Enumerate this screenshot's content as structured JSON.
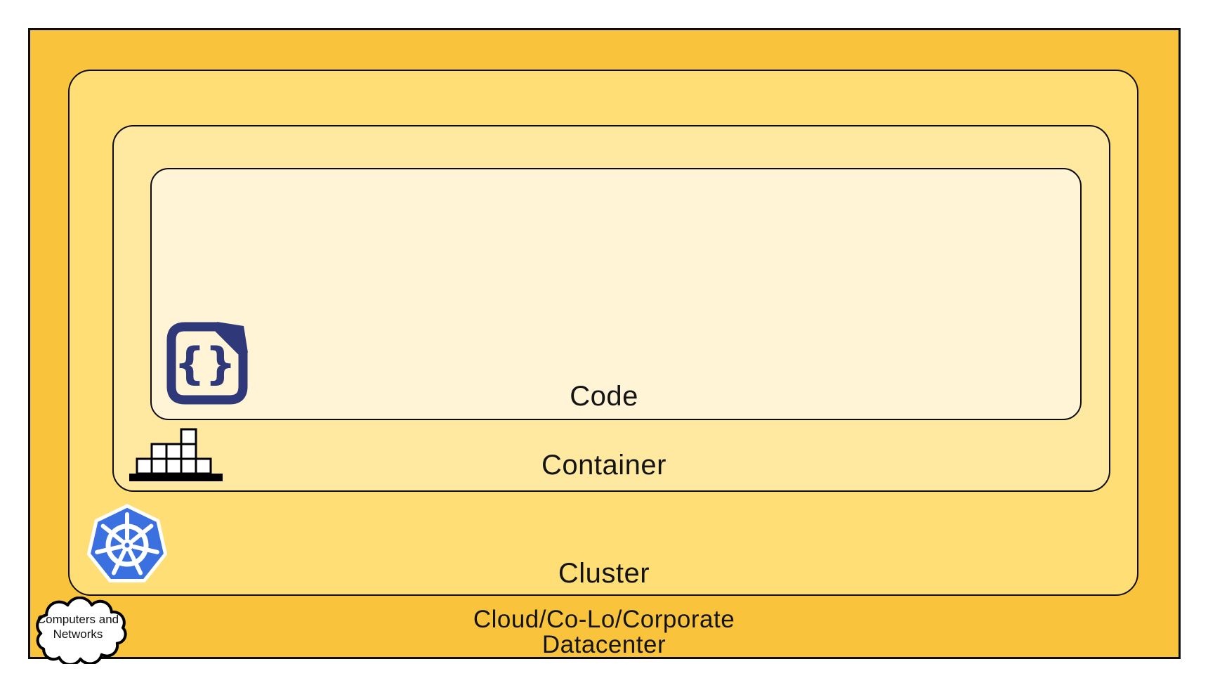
{
  "diagram": {
    "layers": [
      {
        "id": "datacenter",
        "label_line1": "Cloud/Co-Lo/Corporate",
        "label_line2": "Datacenter",
        "fill": "#F9C33C"
      },
      {
        "id": "cluster",
        "label": "Cluster",
        "fill": "#FFDE75"
      },
      {
        "id": "container",
        "label": "Container",
        "fill": "#FFE9A0"
      },
      {
        "id": "code",
        "label": "Code",
        "fill": "#FFF4D6"
      }
    ],
    "cloud": {
      "line1": "Computers and",
      "line2": "Networks"
    },
    "icons": {
      "datacenter": "cloud-icon",
      "cluster": "kubernetes-icon",
      "container": "container-stack-icon",
      "code": "code-file-icon",
      "code_glyph": "{}"
    },
    "colors": {
      "border": "#0c0c0c",
      "datacenter_fill": "#F9C33C",
      "cluster_fill": "#FFDE75",
      "container_fill": "#FFE9A0",
      "code_fill": "#FFF4D6",
      "k8s_blue": "#3A70DF",
      "code_navy": "#2F3878",
      "cube_fill": "#FFFFFF",
      "cloud_fill": "#FFFFFF",
      "label_text": "#141414"
    }
  }
}
